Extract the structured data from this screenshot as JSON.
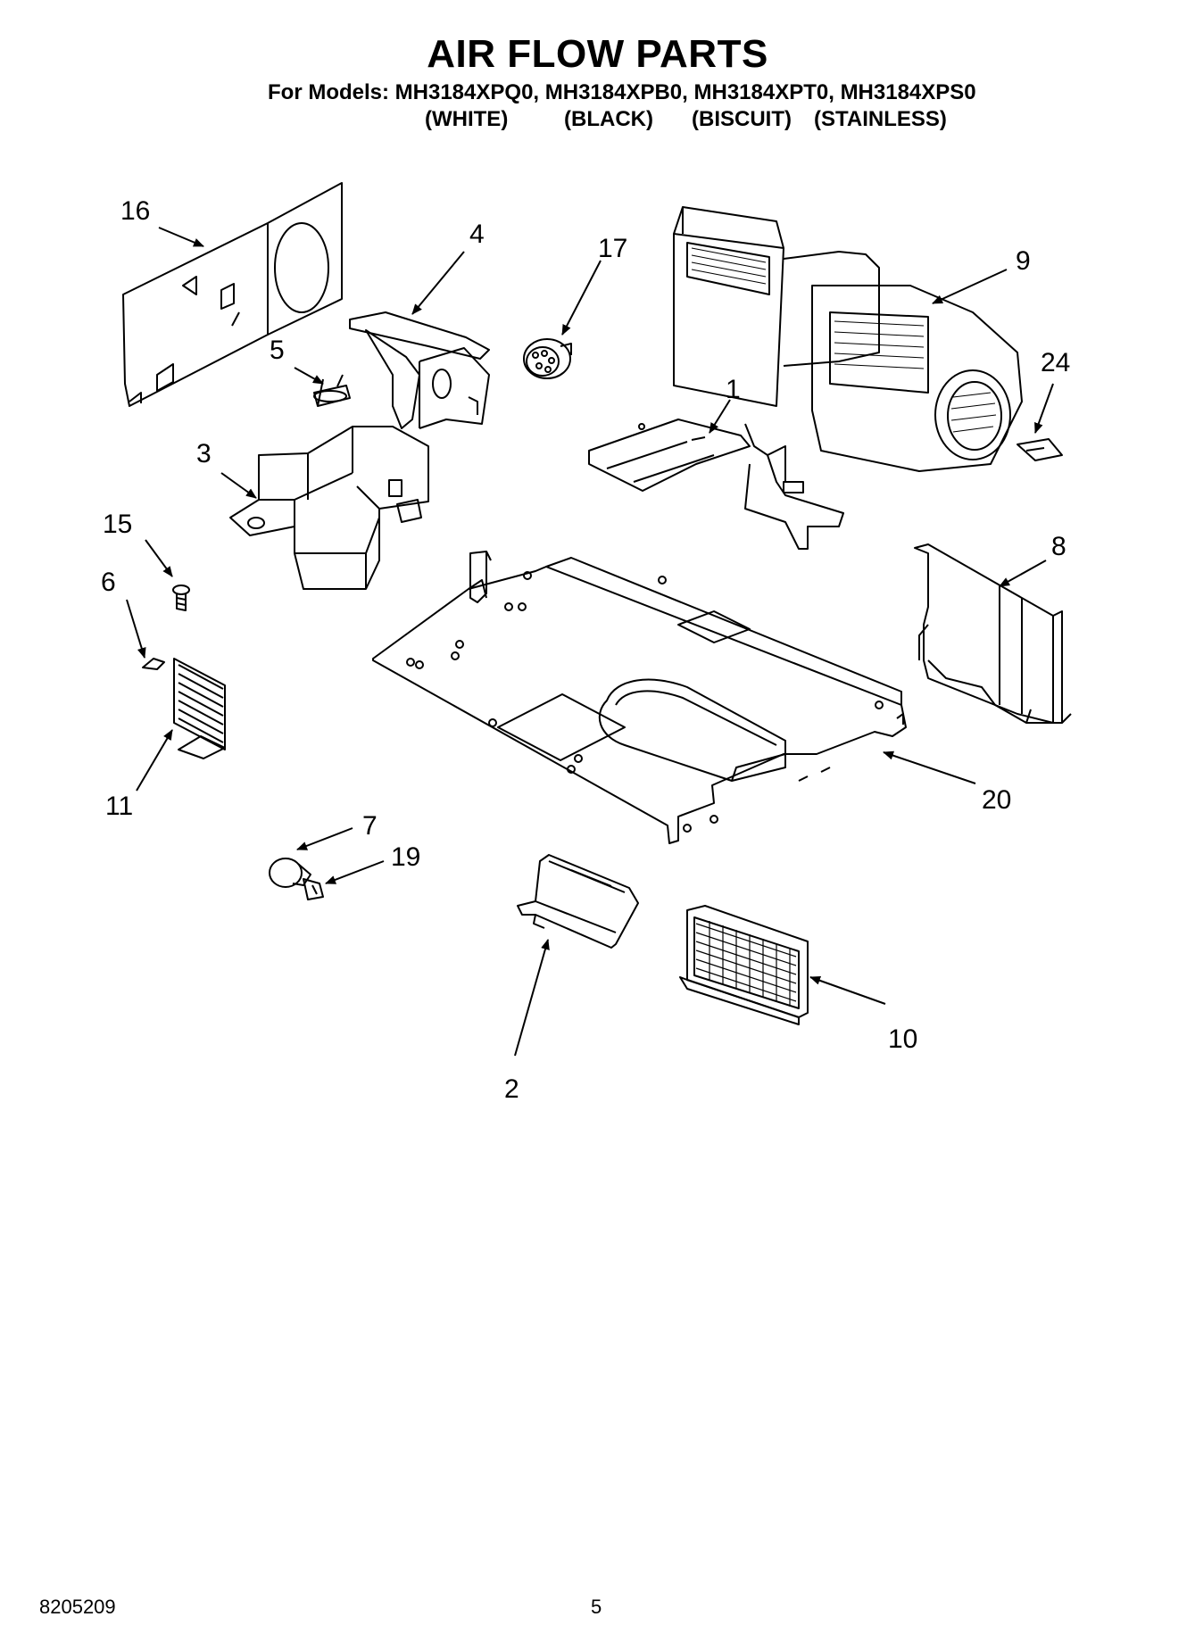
{
  "header": {
    "title": "AIR FLOW PARTS",
    "models_line": "For Models: MH3184XPQ0, MH3184XPB0, MH3184XPT0, MH3184XPS0",
    "colors": [
      "(WHITE)",
      "(BLACK)",
      "(BISCUIT)",
      "(STAINLESS)"
    ]
  },
  "callouts": {
    "p16": "16",
    "p4": "4",
    "p17": "17",
    "p9": "9",
    "p5": "5",
    "p24": "24",
    "p1": "1",
    "p3": "3",
    "p15": "15",
    "p6": "6",
    "p8": "8",
    "p11": "11",
    "p20": "20",
    "p7": "7",
    "p19": "19",
    "p10": "10",
    "p2": "2"
  },
  "footer": {
    "doc_number": "8205209",
    "page_number": "5"
  }
}
